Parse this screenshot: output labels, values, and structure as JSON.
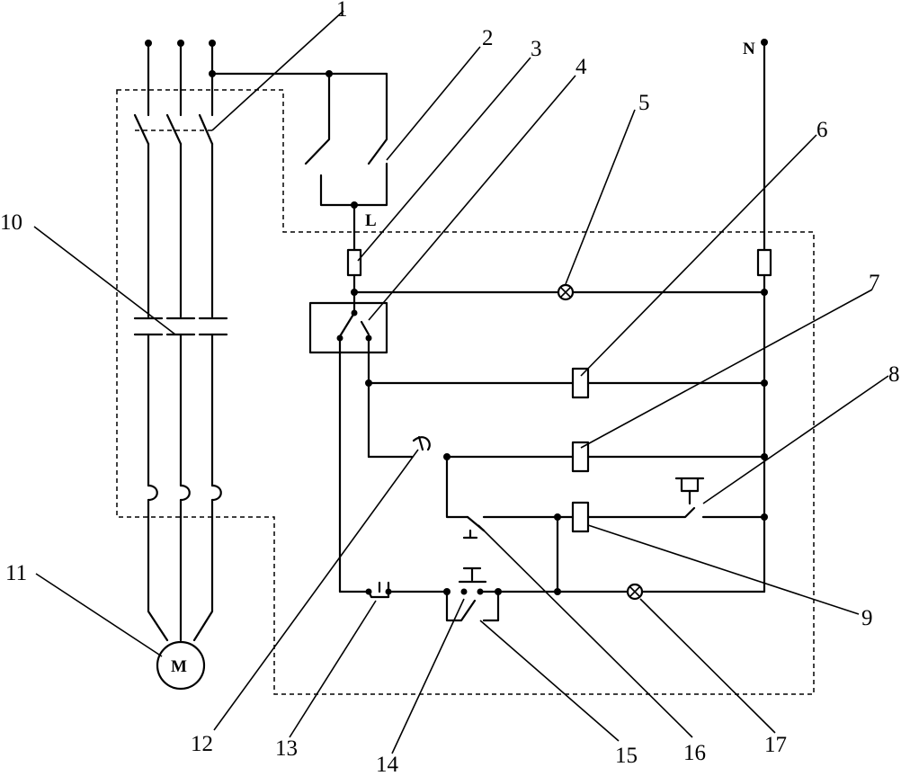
{
  "callouts": [
    "1",
    "2",
    "3",
    "4",
    "5",
    "6",
    "7",
    "8",
    "9",
    "10",
    "11",
    "12",
    "13",
    "14",
    "15",
    "16",
    "17"
  ],
  "terminal_labels": {
    "neutral": "N",
    "line": "L",
    "motor": "M"
  }
}
